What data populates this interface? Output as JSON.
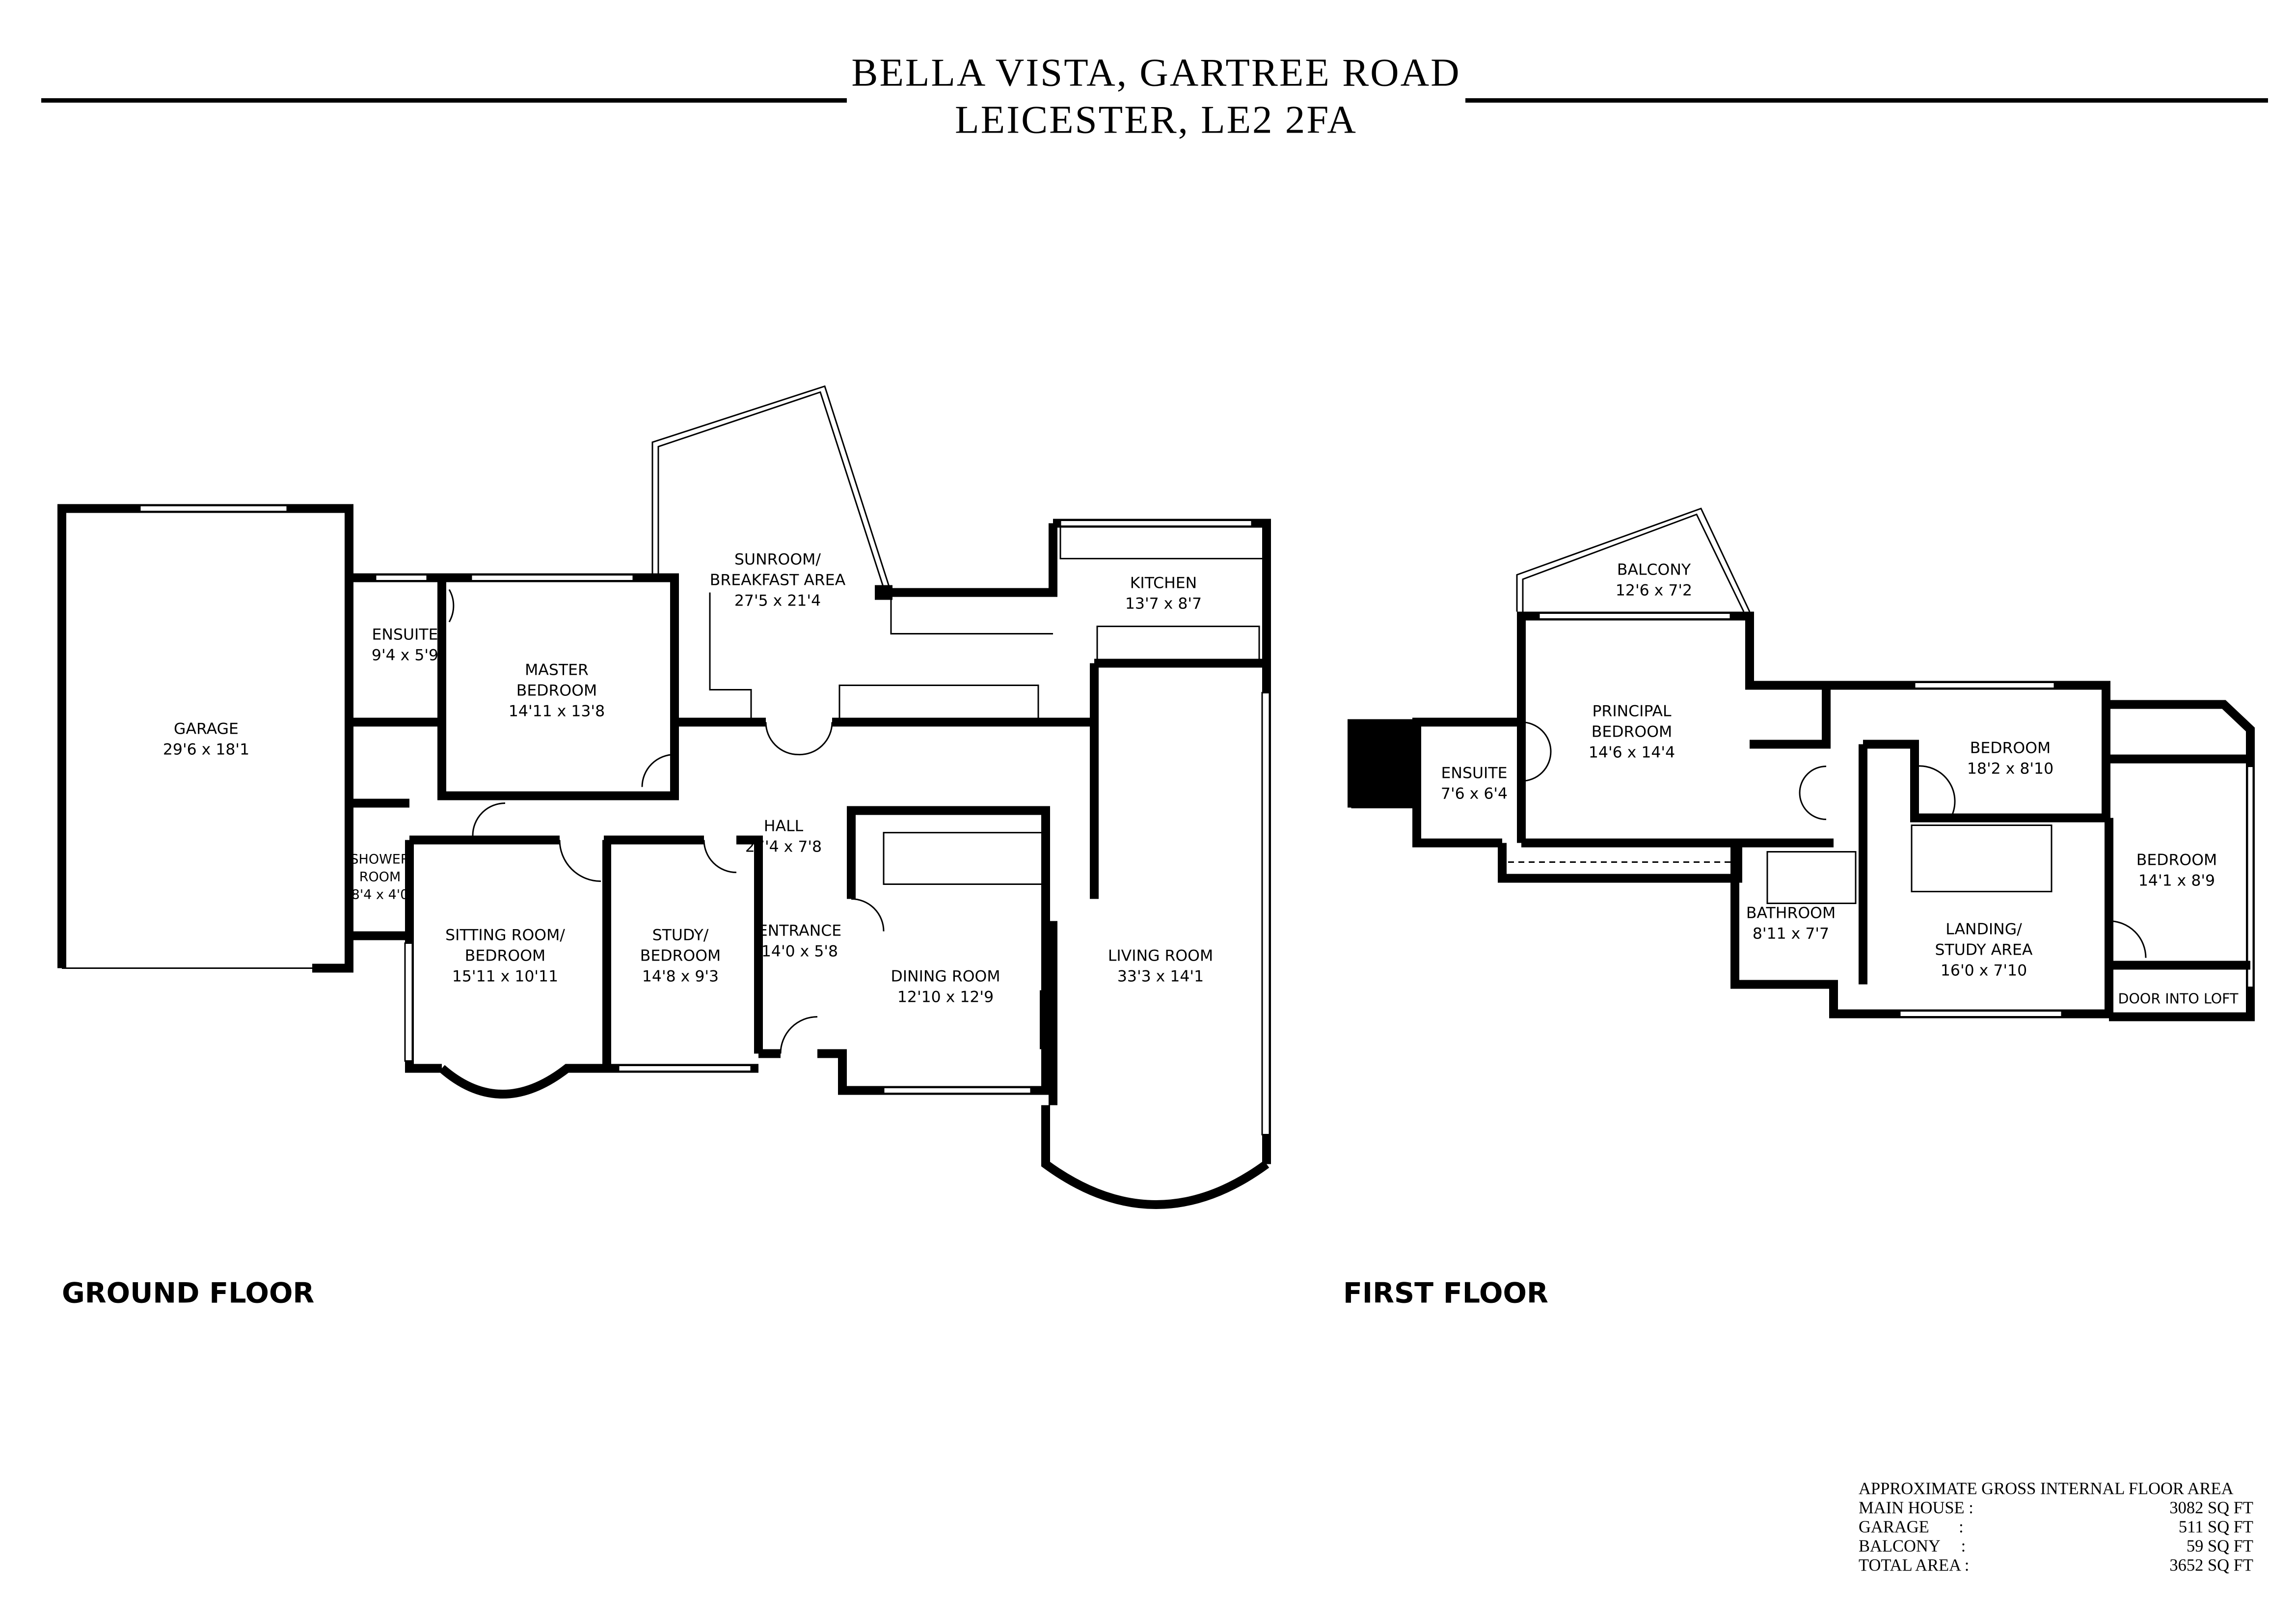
{
  "header": {
    "line1": "BELLA VISTA, GARTREE ROAD",
    "line2": "LEICESTER, LE2 2FA"
  },
  "ground_floor": {
    "label": "GROUND FLOOR",
    "rooms": {
      "garage": {
        "name": "GARAGE",
        "dims": "29'6 x 18'1"
      },
      "ensuite": {
        "name": "ENSUITE",
        "dims": "9'4 x 5'9"
      },
      "master": {
        "name1": "MASTER",
        "name2": "BEDROOM",
        "dims": "14'11 x 13'8"
      },
      "sunroom": {
        "name1": "SUNROOM/",
        "name2": "BREAKFAST AREA",
        "dims": "27'5 x 21'4"
      },
      "kitchen": {
        "name": "KITCHEN",
        "dims": "13'7 x 8'7"
      },
      "hall": {
        "name": "HALL",
        "dims": "27'4 x 7'8"
      },
      "shower": {
        "name1": "SHOWER",
        "name2": "ROOM",
        "dims": "8'4 x 4'0"
      },
      "sitting": {
        "name1": "SITTING ROOM/",
        "name2": "BEDROOM",
        "dims": "15'11 x 10'11"
      },
      "study": {
        "name1": "STUDY/",
        "name2": "BEDROOM",
        "dims": "14'8 x 9'3"
      },
      "entrance": {
        "name": "ENTRANCE",
        "dims": "14'0 x 5'8"
      },
      "dining": {
        "name": "DINING ROOM",
        "dims": "12'10 x 12'9"
      },
      "living": {
        "name": "LIVING ROOM",
        "dims": "33'3 x 14'1"
      }
    }
  },
  "first_floor": {
    "label": "FIRST FLOOR",
    "rooms": {
      "balcony": {
        "name": "BALCONY",
        "dims": "12'6 x 7'2"
      },
      "principal": {
        "name1": "PRINCIPAL",
        "name2": "BEDROOM",
        "dims": "14'6 x 14'4"
      },
      "ensuite": {
        "name": "ENSUITE",
        "dims": "7'6 x 6'4"
      },
      "bedroom2": {
        "name": "BEDROOM",
        "dims": "18'2 x 8'10"
      },
      "bedroom3": {
        "name": "BEDROOM",
        "dims": "14'1 x 8'9"
      },
      "bathroom": {
        "name": "BATHROOM",
        "dims": "8'11 x 7'7"
      },
      "landing": {
        "name1": "LANDING/",
        "name2": "STUDY AREA",
        "dims": "16'0 x 7'10"
      },
      "loft": {
        "name": "DOOR INTO LOFT"
      }
    }
  },
  "area_table": {
    "title": "APPROXIMATE GROSS INTERNAL FLOOR AREA",
    "rows": [
      {
        "label": "MAIN HOUSE :",
        "value": "3082 SQ FT"
      },
      {
        "label": "GARAGE       :",
        "value": "511 SQ FT"
      },
      {
        "label": "BALCONY     :",
        "value": "59 SQ FT"
      },
      {
        "label": "TOTAL AREA :",
        "value": "3652 SQ FT"
      }
    ]
  }
}
